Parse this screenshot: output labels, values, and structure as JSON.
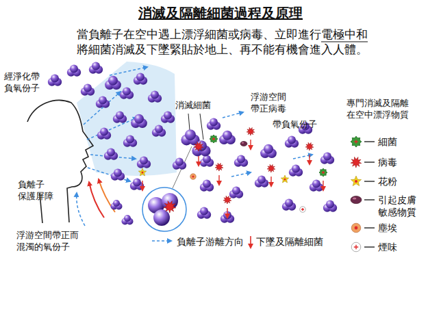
{
  "diagram": {
    "title": "消滅及隔離細菌過程及原理",
    "labels": [
      "當負離子在空中遇上漂浮細菌或病毒、立即進行電極中和 將細菌消滅及下墜緊貼於地上、再不能有機會進入人體。",
      "經淨化帶負氧份子",
      "消滅細菌",
      "浮游空間帶正病毒",
      "帶負氧份子",
      "負離子 保護屏障",
      "浮游空間帶正而混濁的氧份子",
      "負離子游離方向",
      "下墜及隔離細菌",
      "專門消滅及隔離在空中漂浮物質"
    ],
    "legend": [
      {
        "text": "細菌",
        "color": "#3a9a3a"
      },
      {
        "text": "病毒",
        "color": "#e0282a"
      },
      {
        "text": "花粉",
        "color": "#f2d21e"
      },
      {
        "text": "引起皮膚敏感物質",
        "color": "#6b2a4a"
      },
      {
        "text": "塵埃",
        "color": "#f0a060"
      },
      {
        "text": "煙味",
        "color": "#ffffff"
      }
    ]
  }
}
